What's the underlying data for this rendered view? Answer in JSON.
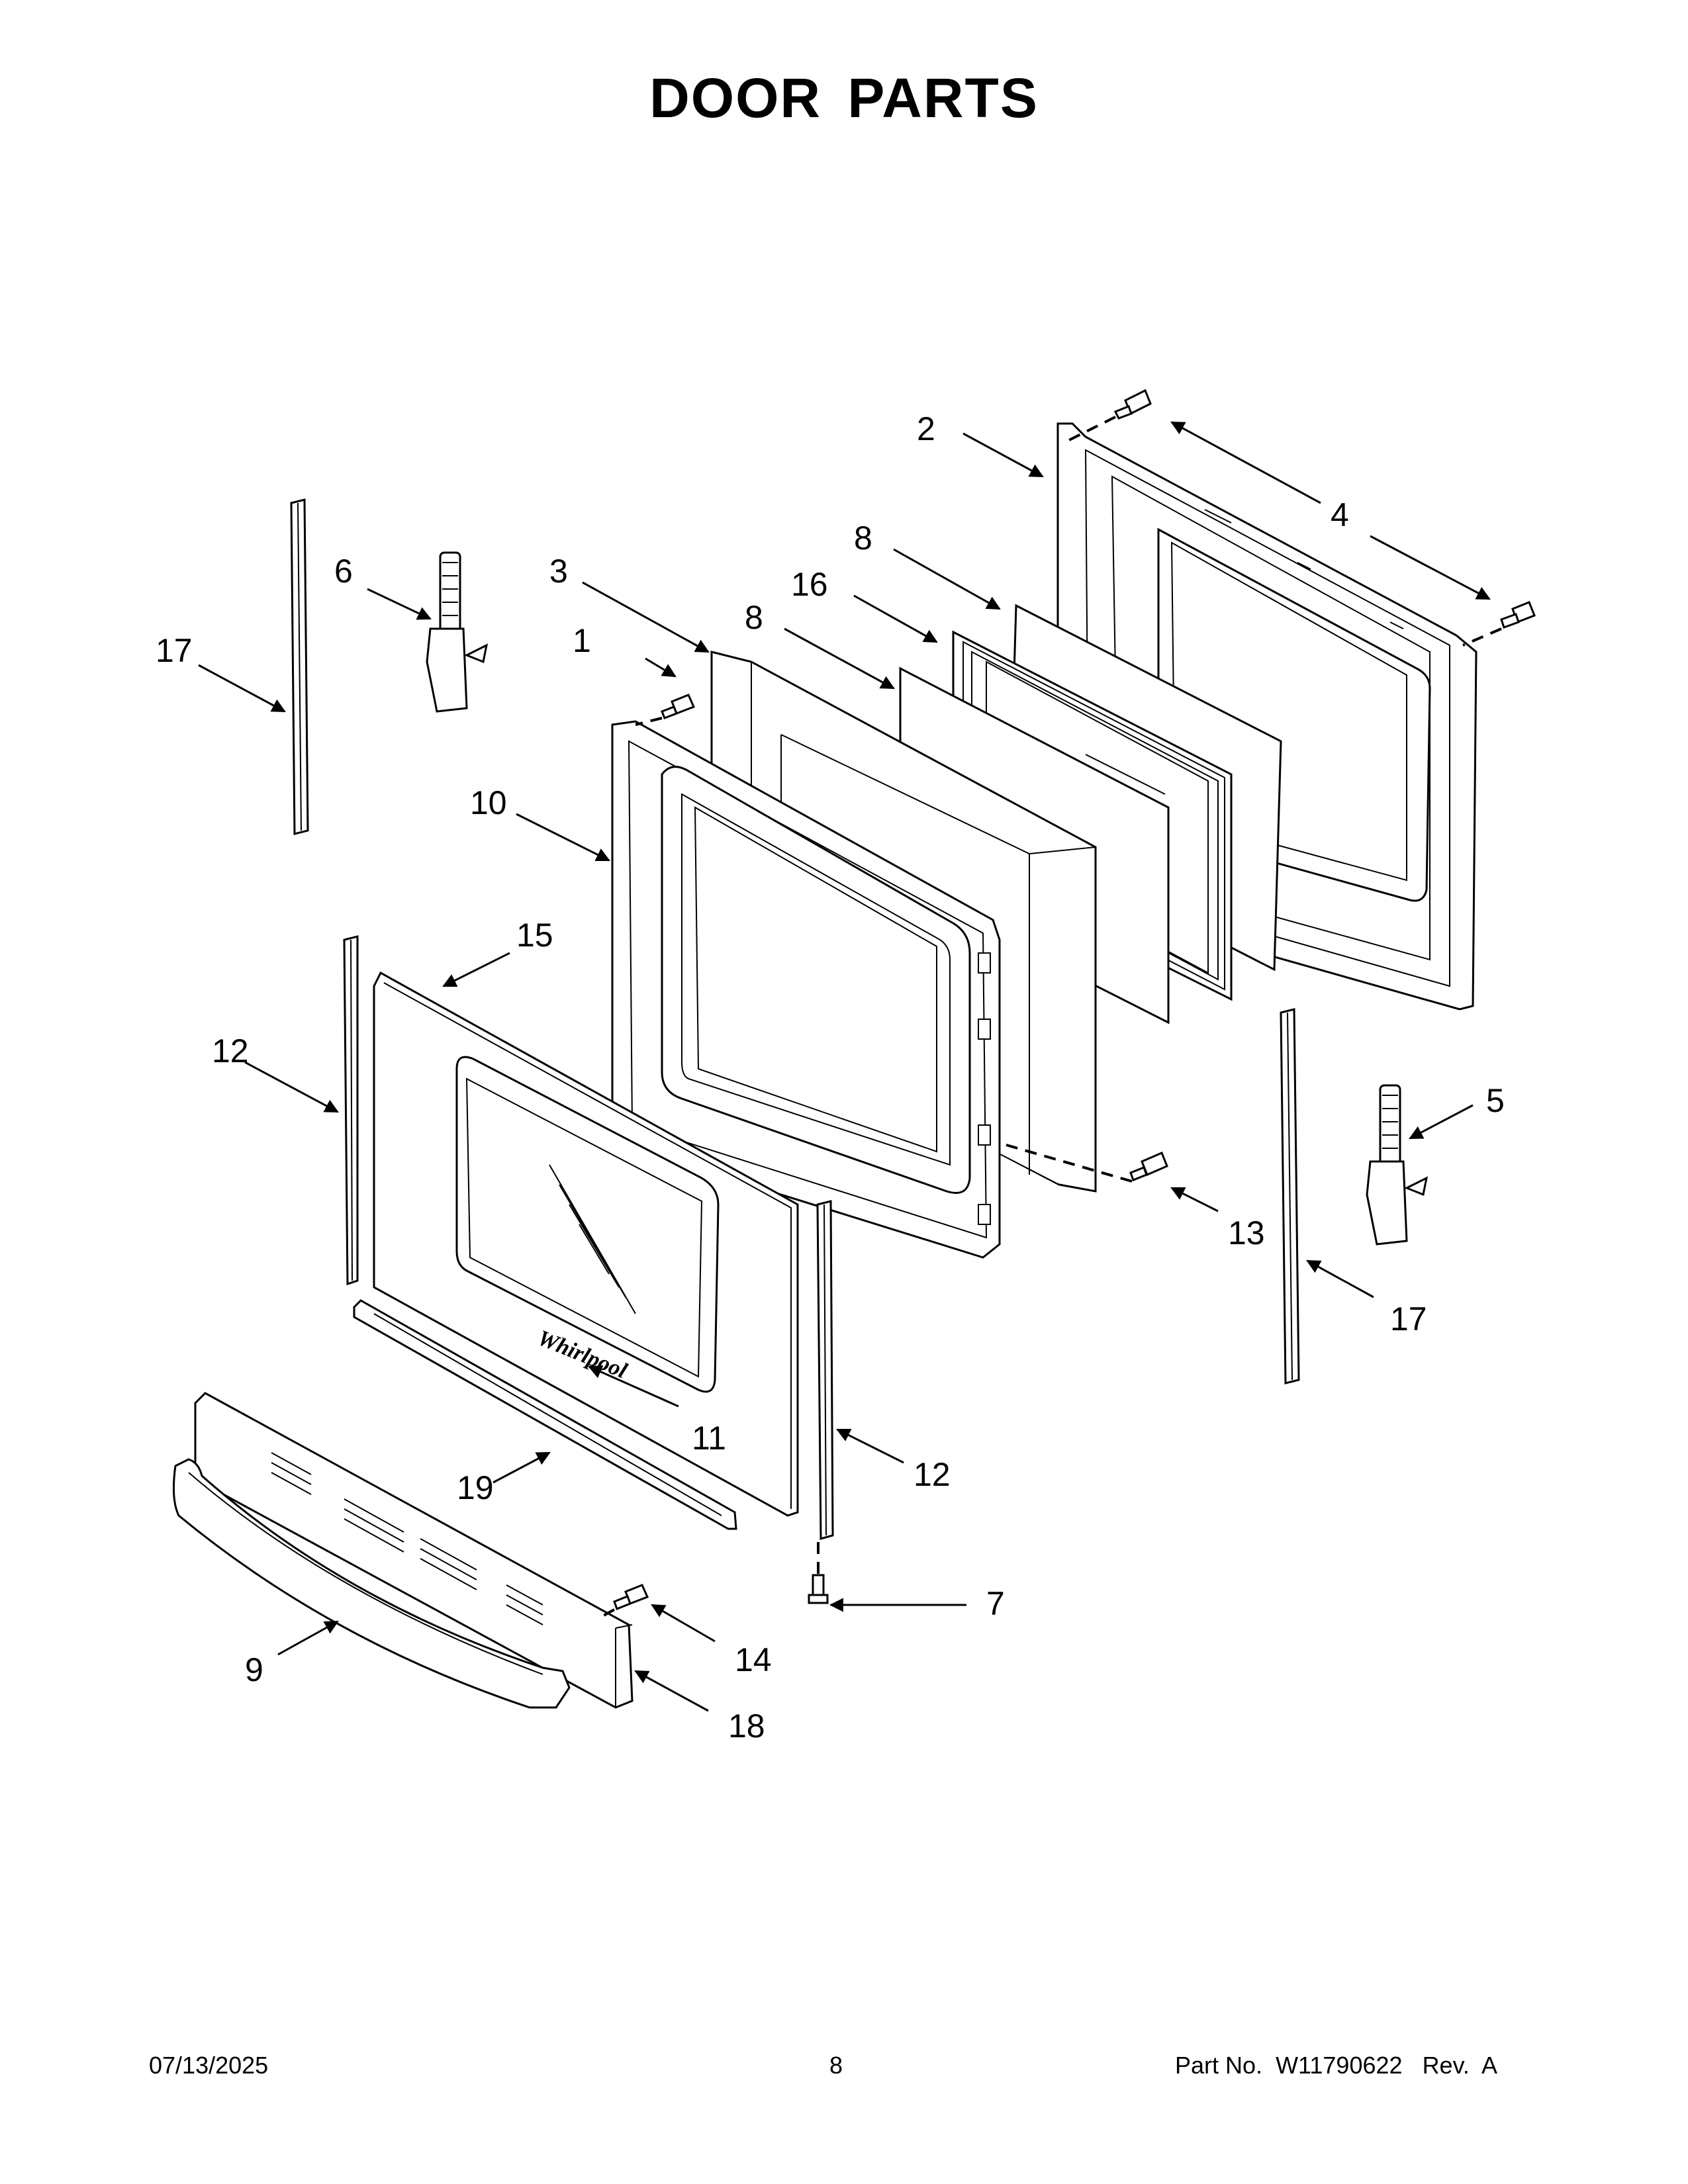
{
  "title": "DOOR PARTS",
  "brand_logo": "Whirlpool",
  "callouts": {
    "door_screw": "1",
    "inner_door_panel": "2",
    "door_insulation": "3",
    "inner_door_screws": "4",
    "hinge_right": "5",
    "hinge_left": "6",
    "trim_screw_bottom": "7",
    "glass_shield_upper": "8",
    "glass_shield_lower": "8",
    "door_handle": "9",
    "door_liner_frame": "10",
    "logo_badge": "11",
    "side_trim_left": "12",
    "side_trim_right": "12",
    "liner_screw": "13",
    "handle_screw": "14",
    "outer_door_glass": "15",
    "window_pack": "16",
    "hinge_channel_left": "17",
    "hinge_channel_right": "17",
    "vent_panel": "18",
    "bottom_trim": "19"
  },
  "footer": {
    "date": "07/13/2025",
    "page": "8",
    "part_label": "Part No.",
    "part_number": "W11790622",
    "rev_label": "Rev.",
    "rev_value": "A"
  }
}
